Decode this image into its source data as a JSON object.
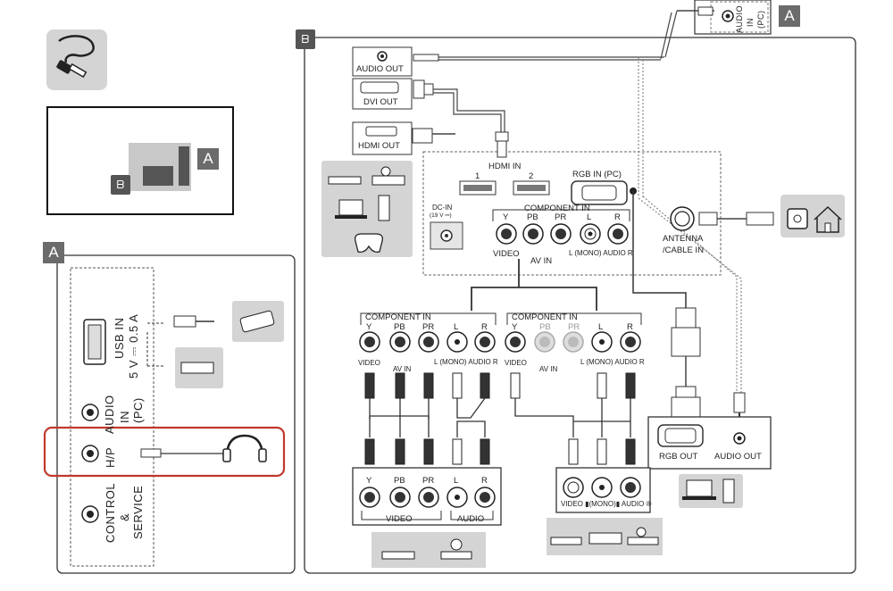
{
  "tags": {
    "a": "A",
    "b": "ᗷ"
  },
  "side_panel": {
    "usb_in": "USB IN",
    "usb_power": "5 V ⎓ 0.5 A",
    "audio_in_pc": [
      "AUDIO",
      "IN",
      "(PC)"
    ],
    "hp": "H/P",
    "control_service": [
      "CONTROL",
      "&",
      "SERVICE"
    ]
  },
  "top_jack": {
    "lines": [
      "AUDIO",
      "IN",
      "(PC)"
    ]
  },
  "source_device": {
    "audio_out": "AUDIO OUT",
    "dvi_out": "DVI OUT",
    "hdmi_out": "HDMI OUT"
  },
  "tv_panel": {
    "hdmi_in": "HDMI IN",
    "hdmi_ports": [
      "1",
      "2"
    ],
    "rgb_in_pc": "RGB IN (PC)",
    "dc_in": "DC-IN",
    "dc_in_spec": "(19 V ⎓)",
    "component_in": "COMPONENT IN",
    "ports": [
      "Y",
      "PB",
      "PR",
      "L",
      "R"
    ],
    "video": "VIDEO",
    "av_in": "AV IN",
    "mono_audio": "L (MONO) AUDIO R",
    "antenna": [
      "ANTENNA",
      "/CABLE IN"
    ]
  },
  "cable_breakouts": {
    "component_in": "COMPONENT IN",
    "video": "VIDEO",
    "av_in": "AV IN",
    "mono_audio": "L (MONO) AUDIO R",
    "ports": [
      "Y",
      "PB",
      "PR",
      "L",
      "R"
    ]
  },
  "external_devices": {
    "component": {
      "ports": [
        "Y",
        "PB",
        "PR",
        "L",
        "R"
      ],
      "video": "VIDEO",
      "audio": "AUDIO"
    },
    "av": {
      "label": "VIDEO ▮(MONO)▮ AUDIO ®"
    },
    "pc": {
      "rgb_out": "RGB OUT",
      "audio_out": "AUDIO OUT"
    }
  }
}
